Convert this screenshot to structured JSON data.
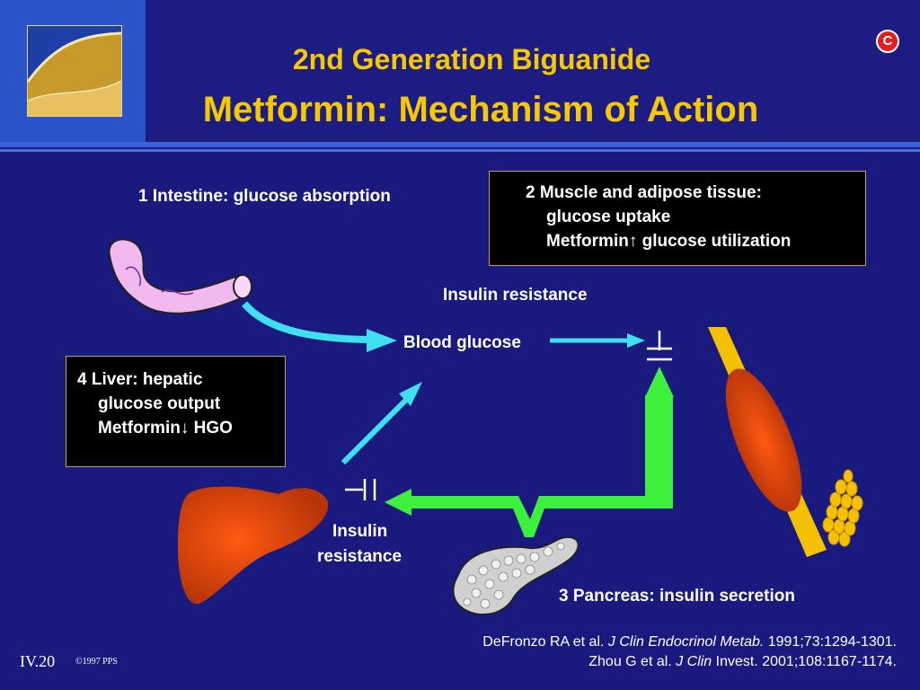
{
  "header": {
    "subtitle": "2nd Generation Biguanide",
    "title": "Metformin: Mechanism of Action",
    "badge": "C"
  },
  "labels": {
    "intestine": "1  Intestine: glucose absorption",
    "insulin_resistance_top": "Insulin resistance",
    "blood_glucose": "Blood glucose",
    "insulin_resistance_bottom_line1": "Insulin",
    "insulin_resistance_bottom_line2": "resistance",
    "pancreas": "3  Pancreas: insulin secretion"
  },
  "muscle_box": {
    "line1": "2  Muscle and adipose tissue:",
    "line2": "glucose uptake",
    "line3_prefix": "Metformin",
    "line3_suffix": " glucose utilization"
  },
  "liver_box": {
    "line1": "4  Liver: hepatic",
    "line2": "glucose output",
    "line3_prefix": "Metformin",
    "line3_suffix": " HGO"
  },
  "references": {
    "ref1_authors": "DeFronzo RA et al. ",
    "ref1_journal": "J Clin Endocrinol Metab.",
    "ref1_rest": " 1991;73:1294-1301.",
    "ref2_authors": "Zhou G et al. ",
    "ref2_journal": "J Clin",
    "ref2_rest": " Invest. 2001;108:1167-1174."
  },
  "footer": {
    "slide_number": "IV.20",
    "copyright": "©1997 PPS"
  },
  "colors": {
    "background": "#1a1a7e",
    "title": "#f5c800",
    "cyan_arrow": "#3ee0f0",
    "green_arrow": "#3cf03c",
    "box_border": "#c8a040"
  }
}
